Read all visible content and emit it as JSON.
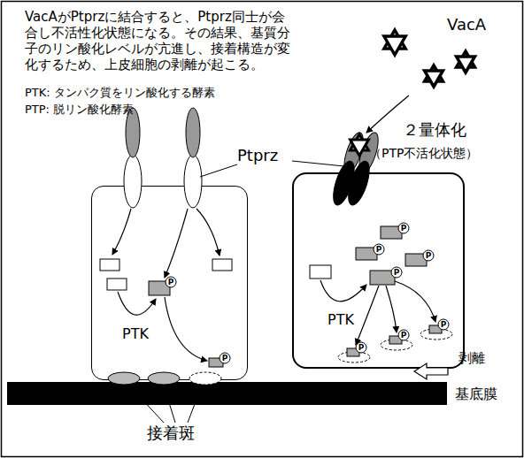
{
  "diagram": {
    "nodes": [
      {
        "text": [
          "PTK"
        ]
      },
      {
        "text": [
          "PTK"
        ]
      },
      {
        "text": [
          "基底膜"
        ]
      }
    ],
    "labels": [
      "VacAがPtprzに結合すると、Ptprz同士が会 合し不活性化状態になる。その結果、基質分 子のリン酸化レベルが亢進し、接着構造が変 化するため、上皮細胞の剥離が起こる。",
      "PTK: タンパク質をリン酸化する酵素",
      "PTP: 脱リン酸化酵素",
      "VacA",
      "２量体化",
      "（PTP不活化状態）",
      "Ptprz",
      "剥離",
      "接着斑",
      "P",
      "P",
      "P",
      "P",
      "P",
      "P",
      "P",
      "P",
      "P"
    ]
  }
}
